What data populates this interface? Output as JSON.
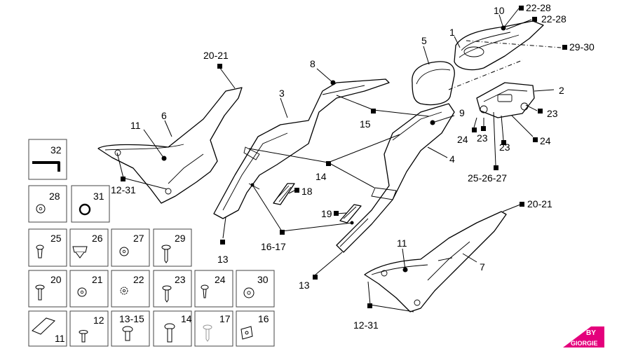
{
  "callouts": {
    "c1": "1",
    "c2": "2",
    "c3": "3",
    "c4": "4",
    "c5": "5",
    "c6": "6",
    "c7": "7",
    "c8": "8",
    "c9": "9",
    "c10": "10",
    "c11a": "11",
    "c11b": "11",
    "c12_31a": "12-31",
    "c12_31b": "12-31",
    "c13a": "13",
    "c13b": "13",
    "c14": "14",
    "c15": "15",
    "c16_17": "16-17",
    "c18": "18",
    "c19": "19",
    "c20_21a": "20-21",
    "c20_21b": "20-21",
    "c22_28a": "22-28",
    "c22_28b": "22-28",
    "c23a": "23",
    "c23b": "23",
    "c23c": "23",
    "c24a": "24",
    "c24b": "24",
    "c25_26_27": "25-26-27",
    "c29_30": "29-30"
  },
  "hardware_grid": {
    "cells": [
      "32",
      "28",
      "31",
      "25",
      "26",
      "27",
      "29",
      "20",
      "21",
      "22",
      "23",
      "24",
      "30",
      "11",
      "12",
      "13-15",
      "14",
      "17",
      "16"
    ]
  },
  "logo": {
    "text_by": "BY",
    "text_brand": "GIORGIE"
  }
}
